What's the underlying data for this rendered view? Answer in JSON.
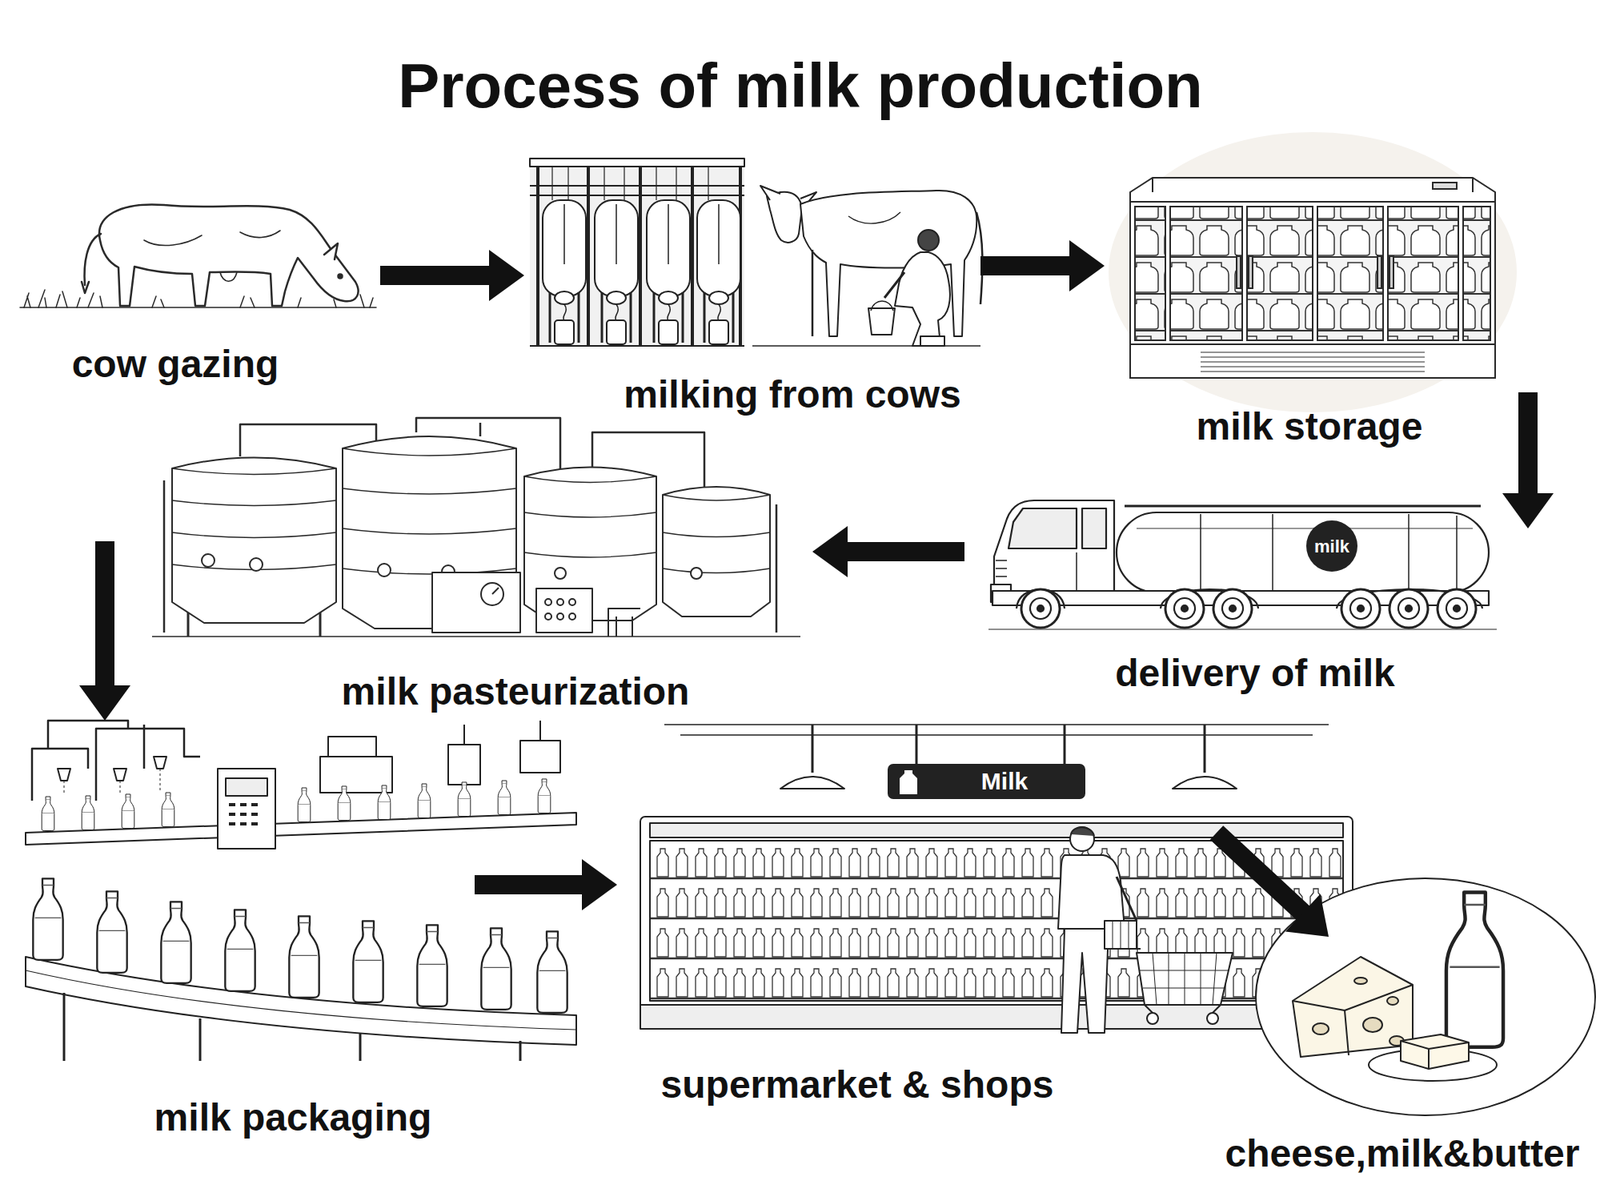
{
  "diagram": {
    "title": "Process of milk production",
    "nodes": [
      {
        "text": [
          "cow gazing"
        ]
      },
      {
        "text": [
          "milking from cows"
        ]
      },
      {
        "text": [
          "milk storage"
        ]
      },
      {
        "text": [
          "delivery of milk"
        ]
      },
      {
        "text": [
          "milk pasteurization"
        ]
      },
      {
        "text": [
          "milk packaging"
        ]
      },
      {
        "text": [
          "supermarket & shops"
        ]
      },
      {
        "text": [
          "cheese,milk&butter"
        ]
      }
    ],
    "edges": [
      {
        "from": 0,
        "to": 1,
        "arrow": "to"
      },
      {
        "from": 1,
        "to": 2,
        "arrow": "to"
      },
      {
        "from": 2,
        "to": 3,
        "arrow": "to"
      },
      {
        "from": 3,
        "to": 4,
        "arrow": "to"
      },
      {
        "from": 4,
        "to": 5,
        "arrow": "to"
      },
      {
        "from": 5,
        "to": 6,
        "arrow": "to"
      },
      {
        "from": 6,
        "to": 7,
        "arrow": "to"
      }
    ],
    "labels": [
      "milk",
      "Milk"
    ]
  }
}
